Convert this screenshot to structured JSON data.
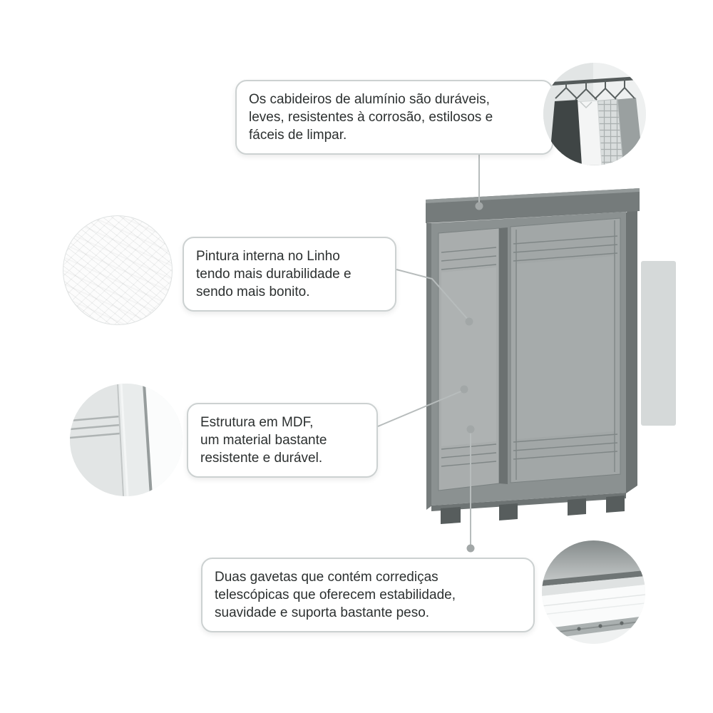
{
  "callouts": {
    "hangers": {
      "text": "Os cabideiros de alumínio são duráveis,\nleves, resistentes à corrosão, estilosos e\nfáceis de limpar."
    },
    "internal_paint": {
      "text": "Pintura interna no Linho\ntendo mais durabilidade e\nsendo mais bonito."
    },
    "mdf_structure": {
      "text": "Estrutura em MDF,\num material bastante\nresistente e durável."
    },
    "drawers": {
      "text": "Duas gavetas que contém corrediças\ntelescópicas que oferecem estabilidade,\nsuavidade e suporta bastante peso."
    }
  },
  "photos": {
    "hangers": "hanging-clothes-photo",
    "texture": "linho-texture-photo",
    "mdf": "mdf-frame-photo",
    "drawer": "drawer-slide-photo"
  },
  "colors": {
    "callout_border": "#ccd1d1",
    "connector": "#b7bcbc",
    "dot": "#a2a7a7",
    "text": "#2c3030",
    "wardrobe_frame": "#8b9191",
    "wardrobe_door": "#a9adad"
  }
}
